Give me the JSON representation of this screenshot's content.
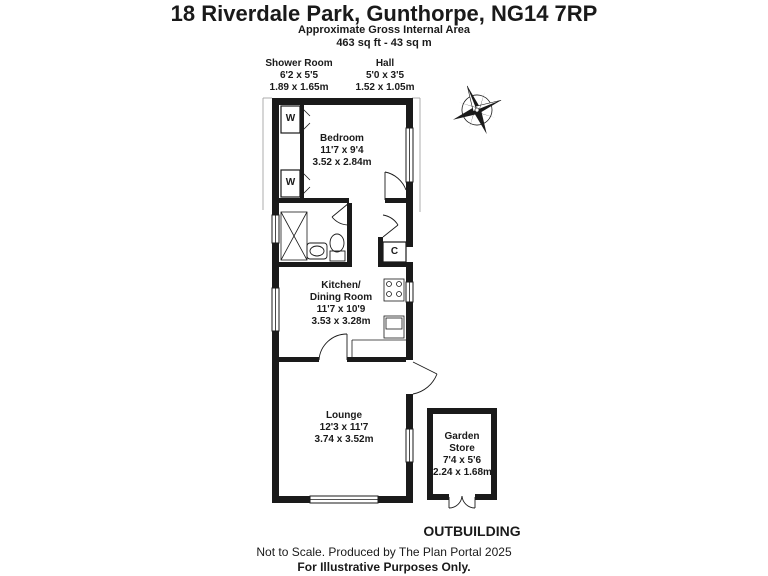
{
  "title": "18 Riverdale Park, Gunthorpe, NG14 7RP",
  "area_caption": "Approximate Gross Internal Area",
  "area_values": "463 sq ft - 43 sq m",
  "rooms": {
    "shower": {
      "name": "Shower Room",
      "imperial": "6'2 x 5'5",
      "metric": "1.89 x 1.65m"
    },
    "hall": {
      "name": "Hall",
      "imperial": "5'0 x 3'5",
      "metric": "1.52 x 1.05m"
    },
    "bedroom": {
      "name": "Bedroom",
      "imperial": "11'7 x 9'4",
      "metric": "3.52 x 2.84m"
    },
    "kitchen": {
      "name_line1": "Kitchen/",
      "name_line2": "Dining Room",
      "imperial": "11'7 x 10'9",
      "metric": "3.53 x 3.28m"
    },
    "lounge": {
      "name": "Lounge",
      "imperial": "12'3 x 11'7",
      "metric": "3.74 x 3.52m"
    },
    "garden_store": {
      "name_line1": "Garden",
      "name_line2": "Store",
      "imperial": "7'4 x 5'6",
      "metric": "2.24 x 1.68m"
    }
  },
  "markers": {
    "wardrobe": "W",
    "cupboard": "C"
  },
  "outbuilding_label": "OUTBUILDING",
  "footer_line1": "Not to Scale. Produced by The Plan Portal 2025",
  "footer_line2": "For Illustrative Purposes Only.",
  "compass_icon": "compass-rose-icon"
}
